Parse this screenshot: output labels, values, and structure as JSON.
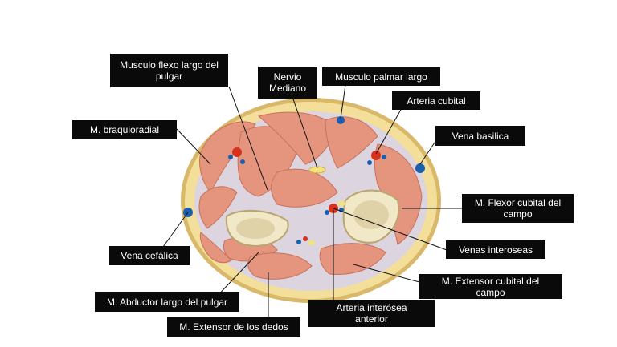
{
  "labels": {
    "flexor_largo_pulgar": "Musculo flexo largo del\npulgar",
    "nervio_mediano": "Nervio\nMediano",
    "palmar_largo": "Musculo palmar largo",
    "arteria_cubital": "Arteria cubital",
    "braquioradial": "M. braquioradial",
    "vena_basilica": "Vena basilica",
    "flexor_cubital": "M. Flexor cubital del\ncampo",
    "venas_interoseas": "Venas interoseas",
    "vena_cefalica": "Vena cefálica",
    "extensor_cubital": "M. Extensor cubital del\ncampo",
    "abductor_largo": "M. Abductor largo del pulgar",
    "arteria_interosea": "Arteria interósea\nanterior",
    "extensor_dedos": "M. Extensor de los dedos"
  },
  "colors": {
    "skin": "#d9b86a",
    "fat": "#f3df9a",
    "muscle": "#e5957e",
    "muscle_line": "#c9705a",
    "fascia": "#dcd4de",
    "bone": "#f1e8c8",
    "artery": "#d8321c",
    "vein": "#1b5fb0",
    "nerve": "#f4e27a",
    "label_bg": "#0a0a0a",
    "label_text": "#ffffff"
  }
}
